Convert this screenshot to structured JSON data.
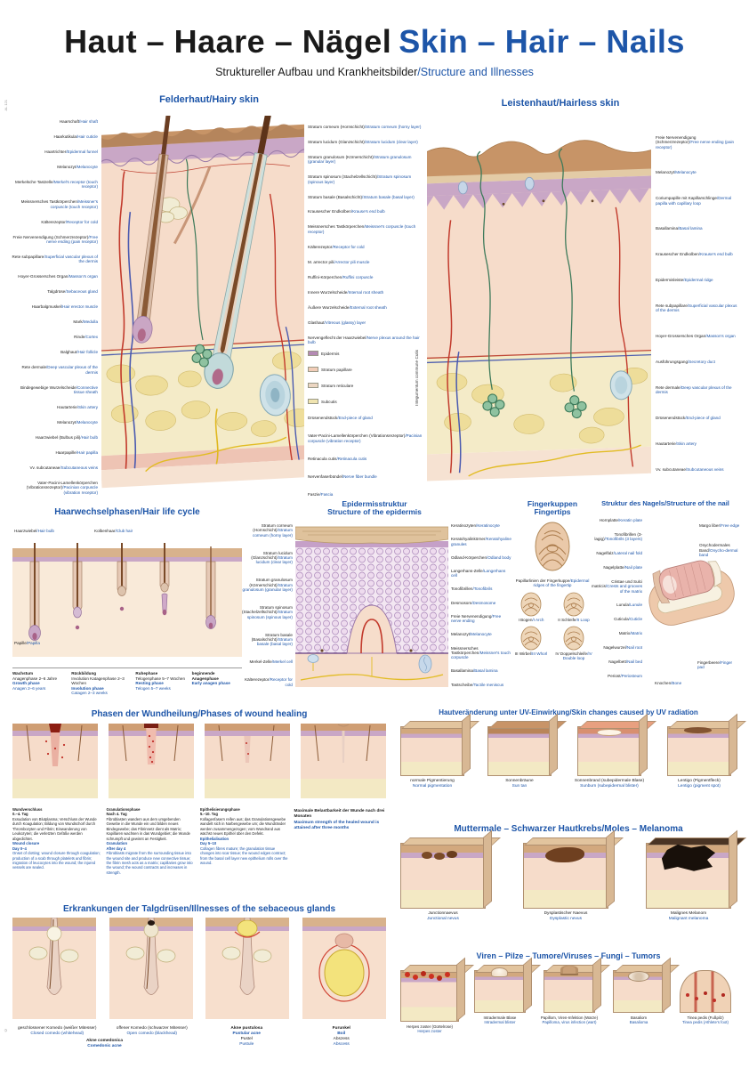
{
  "colors": {
    "accent": "#1d55a8"
  },
  "footer": {
    "catalog_no": "AL 121",
    "side_text": "©"
  },
  "header": {
    "title_de": "Haut – Haare – Nägel",
    "title_en": "Skin – Hair – Nails",
    "subtitle_de": "Struktureller Aufbau und Krankheitsbilder",
    "subtitle_en": "/Structure and Illnesses"
  },
  "hairy_skin": {
    "heading": "Felderhaut/Hairy skin",
    "left_labels": [
      {
        "de": "Haarschaft",
        "en": "Hair shaft"
      },
      {
        "de": "Haarkutikula",
        "en": "Hair cuticle"
      },
      {
        "de": "Haartrichter",
        "en": "Epidermal funnel"
      },
      {
        "de": "Melanozyt",
        "en": "Melanocyte"
      },
      {
        "de": "Merkelsche Tastzelle",
        "en": "Merkel's receptor (touch receptor)"
      },
      {
        "de": "Meissnersches Tastkörperchen",
        "en": "Meissner's corpuscle (touch receptor)"
      },
      {
        "de": "Kälterezeptor",
        "en": "Receptor for cold"
      },
      {
        "de": "Freie Nervenendigung (Schmerzrezeptor)",
        "en": "Free nerve ending (pain receptor)"
      },
      {
        "de": "Rete subpapillare",
        "en": "Superficial vascular plexus of the dermis"
      },
      {
        "de": "Hoyer-Grossersches Organ",
        "en": "Masson's organ"
      },
      {
        "de": "Talgdrüse",
        "en": "Sebaceous gland"
      },
      {
        "de": "Haarbalgmuskel",
        "en": "Hair erector muscle"
      },
      {
        "de": "Mark",
        "en": "Medulla"
      },
      {
        "de": "Rinde",
        "en": "Cortex"
      },
      {
        "de": "Balghaut",
        "en": "Hair follicle"
      },
      {
        "de": "Rete dermale",
        "en": "Deep vascular plexus of the dermis"
      },
      {
        "de": "Bindegewebige Wurzelscheide",
        "en": "Connective tissue sheath"
      },
      {
        "de": "Hautarterie",
        "en": "Skin artery"
      },
      {
        "de": "Melanozyt",
        "en": "Melanocyte"
      },
      {
        "de": "Haarzwiebel (Bulbus pili)",
        "en": "Hair bulb"
      },
      {
        "de": "Haarpapille",
        "en": "Hair papilla"
      },
      {
        "de": "Vv. subcutaneae",
        "en": "Subcutaneous veins"
      },
      {
        "de": "Vater-Pacini-Lamellenkörperchen (Vibrationsrezeptor)",
        "en": "Pacinian corpuscle (vibration receptor)"
      }
    ]
  },
  "center_labels": {
    "upper": [
      {
        "de": "Stratum corneum (Hornschicht)",
        "en": "Stratum corneum (horny layer)"
      },
      {
        "de": "Stratum lucidum (Glanzschicht)",
        "en": "Stratum lucidum (clear layer)"
      },
      {
        "de": "Stratum granulosum (Körnerschicht)",
        "en": "Stratum granulosum (granular layer)"
      },
      {
        "de": "Stratum spinosum (Stachelzellschicht)",
        "en": "Stratum spinosum (spinous layer)"
      },
      {
        "de": "Stratum basale (Basalschicht)",
        "en": "Stratum basale (basal layer)"
      },
      {
        "de": "Krausescher Endkolben",
        "en": "Krause's end bulb"
      },
      {
        "de": "Meissnersches Tastkörperchen",
        "en": "Meissner's corpuscle (touch receptor)"
      },
      {
        "de": "Kälterezeptor",
        "en": "Receptor for cold"
      },
      {
        "de": "M. arrector pili",
        "en": "Arrector pili muscle"
      },
      {
        "de": "Ruffini-Körperchen",
        "en": "Ruffini corpuscle"
      },
      {
        "de": "Innere Wurzelscheide",
        "en": "Internal root sheath"
      },
      {
        "de": "Äußere Wurzelscheide",
        "en": "External root sheath"
      },
      {
        "de": "Glashaut",
        "en": "Vitreous (glassy) layer"
      },
      {
        "de": "Nervengeflecht der Haarzwiebel",
        "en": "Nerve plexus around the hair bulb"
      }
    ],
    "lower": [
      {
        "de": "Drüsenendstück",
        "en": "End-piece of gland"
      },
      {
        "de": "Vater-Pacini-Lamellenkörperchen (Vibrationsrezeptor)",
        "en": "Pacinian corpuscle (vibration receptor)"
      },
      {
        "de": "Retinacula cutis",
        "en": "Retinacula cutis"
      },
      {
        "de": "Nervenfaserbündel",
        "en": "Nerve fiber bundle"
      },
      {
        "de": "Faszie",
        "en": "Fascia"
      }
    ]
  },
  "layer_key": {
    "rows": [
      {
        "label": "Epidermis",
        "color": "#b48ab4"
      },
      {
        "label": "Stratum papillare",
        "color": "#f2cdb8"
      },
      {
        "label": "Stratum reticulare",
        "color": "#ecd6c2"
      },
      {
        "label": "Subcutis",
        "color": "#f0e4b0"
      }
    ],
    "side_labels": [
      "Cutis",
      "Integumentum commune"
    ]
  },
  "hairless_skin": {
    "heading": "Leistenhaut/Hairless skin",
    "right_labels": [
      {
        "de": "Freie Nervenendigung (Schmerzrezeptor)",
        "en": "Free nerve ending (pain receptor)"
      },
      {
        "de": "Melanozyt",
        "en": "Melanocyte"
      },
      {
        "de": "Coriumpapille mit Kapillarschlinge",
        "en": "Dermal papilla with capillary loop"
      },
      {
        "de": "Basallamina",
        "en": "Basal lamina"
      },
      {
        "de": "Krausescher Endkolben",
        "en": "Krause's end bulb"
      },
      {
        "de": "Epidermisleiste",
        "en": "Epidermal ridge"
      },
      {
        "de": "Rete subpapillare",
        "en": "Superficial vascular plexus of the dermis"
      },
      {
        "de": "Hoyer-Grossersches Organ",
        "en": "Masson's organ"
      },
      {
        "de": "Ausführungsgang",
        "en": "Secretory duct"
      },
      {
        "de": "Rete dermale",
        "en": "Deep vascular plexus of the dermis"
      },
      {
        "de": "Drüsenendstück",
        "en": "End-piece of gland"
      },
      {
        "de": "Hautarterie",
        "en": "Skin artery"
      },
      {
        "de": "Vv. subcutaneae",
        "en": "Subcutaneous veins"
      }
    ]
  },
  "hair_cycle": {
    "heading": "Haarwechselphasen/Hair life cycle",
    "top_labels": [
      {
        "de": "Haarzwiebel",
        "en": "Hair bulb"
      },
      {
        "de": "Kolbenhaar",
        "en": "Club hair"
      }
    ],
    "papilla": {
      "de": "Papille",
      "en": "Papilla"
    },
    "stages": [
      {
        "title_de": "Wachstum",
        "sub_de": "Anagenphase 2–6 Jahre",
        "title_en": "Growth phase",
        "sub_en": "Anagen 2–6 years"
      },
      {
        "title_de": "Rückbildung",
        "sub_de": "Involution Katagenphase 2–3 Wochen",
        "title_en": "Involution phase",
        "sub_en": "Catagen 2–3 weeks"
      },
      {
        "title_de": "Ruhephase",
        "sub_de": "Telogenphase 5–7 Wochen",
        "title_en": "Resting phase",
        "sub_en": "Telogen 5–7 weeks"
      },
      {
        "title_de": "beginnende Anagenphase",
        "sub_de": "",
        "title_en": "Early anagen phase",
        "sub_en": ""
      }
    ]
  },
  "epidermis": {
    "heading_de": "Epidermisstruktur",
    "heading_en": "Structure of the epidermis",
    "left_labels": [
      {
        "de": "Stratum corneum (Hornschicht)",
        "en": "Stratum corneum (horny layer)"
      },
      {
        "de": "Stratum lucidum (Glanzschicht)",
        "en": "Stratum lucidum (clear layer)"
      },
      {
        "de": "Stratum granulosum (Körnerschicht)",
        "en": "Stratum granulosum (granular layer)"
      },
      {
        "de": "Stratum spinosum (Stachelzellschicht)",
        "en": "Stratum spinosum (spinous layer)"
      },
      {
        "de": "Stratum basale (Basalschicht)",
        "en": "Stratum basale (basal layer)"
      },
      {
        "de": "Merkel-Zelle",
        "en": "Merkel cell"
      },
      {
        "de": "Kälterezeptor",
        "en": "Receptor for cold"
      }
    ],
    "right_labels": [
      {
        "de": "Keratinozyten",
        "en": "Keratinocyte"
      },
      {
        "de": "Keratohyalinkörner",
        "en": "Keratohyaline granules"
      },
      {
        "de": "Odland-Körperchen",
        "en": "Odland body"
      },
      {
        "de": "Langerhans-Zelle",
        "en": "Langerhans cell"
      },
      {
        "de": "Tonofibrillen",
        "en": "Tonofibrils"
      },
      {
        "de": "Desmosom",
        "en": "Desmosome"
      },
      {
        "de": "Freie Nervenendigung",
        "en": "Free nerve ending"
      },
      {
        "de": "Melanozyt",
        "en": "Melanocyte"
      },
      {
        "de": "Meissnersches Tastkörperchen",
        "en": "Meissner's touch corpuscle"
      },
      {
        "de": "Basallamina",
        "en": "Basal lamina"
      },
      {
        "de": "Tastscheibe",
        "en": "Tactile meniscus"
      }
    ]
  },
  "fingertips": {
    "heading_de": "Fingerkuppen",
    "heading_en": "Fingertips",
    "caption": {
      "de": "Papillarlinien der Fingerkuppe",
      "en": "Epidermal ridges of the fingertip"
    },
    "patterns": [
      {
        "de": "I Bogen",
        "en": "I Arch"
      },
      {
        "de": "II Schleife",
        "en": "II Loop"
      },
      {
        "de": "III Wirbel",
        "en": "III Whorl"
      },
      {
        "de": "IV Doppelschleife",
        "en": "IV Double loop"
      }
    ]
  },
  "nail": {
    "heading": "Struktur des Nagels/Structure of the nail",
    "left_labels": [
      {
        "de": "Hornplatte",
        "en": "Keratin plate"
      },
      {
        "de": "Tonofibrillen (3-lagig)",
        "en": "Tonofibrils (3 layers)"
      },
      {
        "de": "Nagelfalz",
        "en": "Lateral nail fold"
      },
      {
        "de": "Nagelplatte",
        "en": "Nail plate"
      },
      {
        "de": "Cristae und Sulci matricis",
        "en": "Crests and grooves of the matrix"
      },
      {
        "de": "Lunula",
        "en": "Lunule"
      },
      {
        "de": "Cuticula",
        "en": "Cuticle"
      },
      {
        "de": "Matrix",
        "en": "Matrix"
      },
      {
        "de": "Nagelwurzel",
        "en": "Nail root"
      },
      {
        "de": "Nagelbett",
        "en": "Nail bed"
      },
      {
        "de": "Periost",
        "en": "Periosteum"
      }
    ],
    "right_labels": [
      {
        "de": "Margo liber",
        "en": "Free edge"
      },
      {
        "de": "Onychodermales Band",
        "en": "Onycho-dermal band"
      },
      {
        "de": "Fingerbeere",
        "en": "Finger pad"
      },
      {
        "de": "Knochen",
        "en": "Bone"
      }
    ]
  },
  "wound": {
    "heading": "Phasen der Wundheilung/Phases of wound healing",
    "phases": [
      {
        "title_de": "Wundverschluss",
        "sub_de": "0.–4. Tag",
        "body_de": "Exsudation von Blutplasma; Verschluss der Wunde durch Koagulation; Bildung von Wundschorf durch Thrombozyten und Fibrin; Einwanderung von Leukozyten; die verletzten Gefäße werden abgedichtet.",
        "title_en": "Wound closure",
        "sub_en": "Day 0–4",
        "body_en": "Onset of clotting; wound closure through coagulation; production of a scab through platelets and fibrin; migration of leucocytes into the wound; the injured vessels are sealed."
      },
      {
        "title_de": "Granulationsphase",
        "sub_de": "Nach 4. Tag",
        "body_de": "Fibroblasten wandern aus dem umgebenden Gewebe in die Wunde ein und bilden neues Bindegewebe; das Fibrinnetz dient als Matrix; Kapillaren wachsen in das Wundgebiet; die Wunde schrumpft und gewinnt an Festigkeit.",
        "title_en": "Granulation",
        "sub_en": "After day 4",
        "body_en": "Fibroblasts migrate from the surrounding tissue into the wound site and produce new connective tissue; the fibrin mesh acts as a matrix; capillaries grow into the wound; the wound contracts and increases in strength."
      },
      {
        "title_de": "Epithelisierungsphase",
        "sub_de": "5.–10. Tag",
        "body_de": "Kollagenfasern reifen aus; das Granulationsgewebe wandelt sich in Narbengewebe um; die Wundränder werden zusammengezogen; vom Wundrand aus wächst neues Epithel über den Defekt.",
        "title_en": "Epithelialisation",
        "sub_en": "Day 5–10",
        "body_en": "Collagen fibres mature; the granulation tissue changes into scar tissue; the wound edges contract; from the basal cell layer new epithelium rolls over the wound."
      }
    ],
    "note": {
      "de": "Maximale Belastbarkeit der Wunde nach drei Monaten",
      "en": "Maximum strength of the healed wound is attained after three months"
    }
  },
  "uv": {
    "heading": "Hautveränderung unter UV-Einwirkung/Skin changes caused by UV radiation",
    "items": [
      {
        "de": "normale Pigmentierung",
        "en": "Normal pigmentation",
        "variant": "normal"
      },
      {
        "de": "Sonnenbräune",
        "en": "Sun tan",
        "variant": "tan"
      },
      {
        "de": "Sonnenbrand (subepidermale Blase)",
        "en": "Sunburn (subepidermal blister)",
        "variant": "sunburn"
      },
      {
        "de": "Lentigo (Pigmentfleck)",
        "en": "Lentigo (pigment spot)",
        "variant": "lentigo"
      }
    ]
  },
  "moles": {
    "heading": "Muttermale – Schwarzer Hautkrebs/Moles – Melanoma",
    "items": [
      {
        "de": "Junctionnaevus",
        "en": "Junctional nevus",
        "variant": "junctional"
      },
      {
        "de": "Dysplastischer Naevus",
        "en": "Dysplastic nevus",
        "variant": "dysplastic"
      },
      {
        "de": "Malignes Melanom",
        "en": "Malignant melanoma",
        "variant": "melanoma"
      }
    ]
  },
  "sebaceous": {
    "heading": "Erkrankungen der Talgdrüsen/Illnesses of the sebaceous glands",
    "group": {
      "de": "Akne comedonica",
      "en": "Comedonic acne"
    },
    "items": [
      {
        "de": "geschlossener Komedo (weißer Mitesser)",
        "en": "Closed comedo (whitehead)"
      },
      {
        "de": "offener Komedo (schwarzer Mitesser)",
        "en": "Open comedo (blackhead)"
      },
      {
        "title_de": "Akne pustulosa",
        "title_en": "Pustular acne",
        "de": "Pustel",
        "en": "Pustule"
      },
      {
        "title_de": "Furunkel",
        "title_en": "Boil",
        "de": "Abszess",
        "en": "Abscess"
      }
    ]
  },
  "viruses": {
    "heading": "Viren – Pilze – Tumore/Viruses – Fungi – Tumors",
    "items": [
      {
        "de": "Herpes zoster (Gürtelrose)",
        "en": "Herpes zoster",
        "variant": "herpes"
      },
      {
        "de": "Intradermale Blase",
        "en": "Intradermal blister",
        "variant": "blister"
      },
      {
        "de": "Papillom, Viren-Infektion (Warze)",
        "en": "Papilloma, virus infection (wart)",
        "variant": "wart"
      },
      {
        "de": "Basaliom",
        "en": "Basalioma",
        "variant": "basalioma"
      },
      {
        "de": "Tinea pedis (Fußpilz)",
        "en": "Tinea pedis (Athlete's foot)",
        "variant": "tinea"
      }
    ]
  }
}
